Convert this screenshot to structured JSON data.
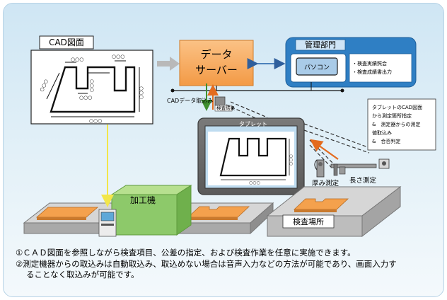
{
  "cad": {
    "label": "CAD図面",
    "dims": "○○○"
  },
  "server": {
    "line1": "データ",
    "line2": "サーバー"
  },
  "admin": {
    "title": "管理部門",
    "pc": "パソコン",
    "bullets": [
      "・検査実績照会",
      "・検査成績書出力"
    ]
  },
  "links": {
    "cad_import": "CADデータ取込み",
    "results": "検査結果"
  },
  "tablet": {
    "label": "タブレット"
  },
  "callout": {
    "lines": [
      "タブレットのCAD図面",
      "から測定箇所指定",
      "&　測定器からの測定",
      "値取込み",
      "&　合否判定"
    ]
  },
  "measure": {
    "thickness": "厚み測定",
    "length": "長さ測定"
  },
  "machining": {
    "label": "加工機"
  },
  "inspection_area": {
    "label": "検査場所"
  },
  "notes": {
    "line1": "①ＣＡＤ図面を参照しながら検査項目、公差の指定、および検査作業を任意に実施できます。",
    "line2": "②測定機器からの取込みは自動取込み、取込めない場合は音声入力などの方法が可能であり、画面入力す",
    "line3": "ることなく取込みが可能です。"
  },
  "colors": {
    "server": "#f6a85a",
    "admin": "#2f7fc4",
    "machining": "#8dc96a",
    "part": "#f4a14d",
    "arrow_orange": "#e36b1f",
    "arrow_green": "#3f8f2f",
    "arrow_yellow": "#f2e64a"
  }
}
